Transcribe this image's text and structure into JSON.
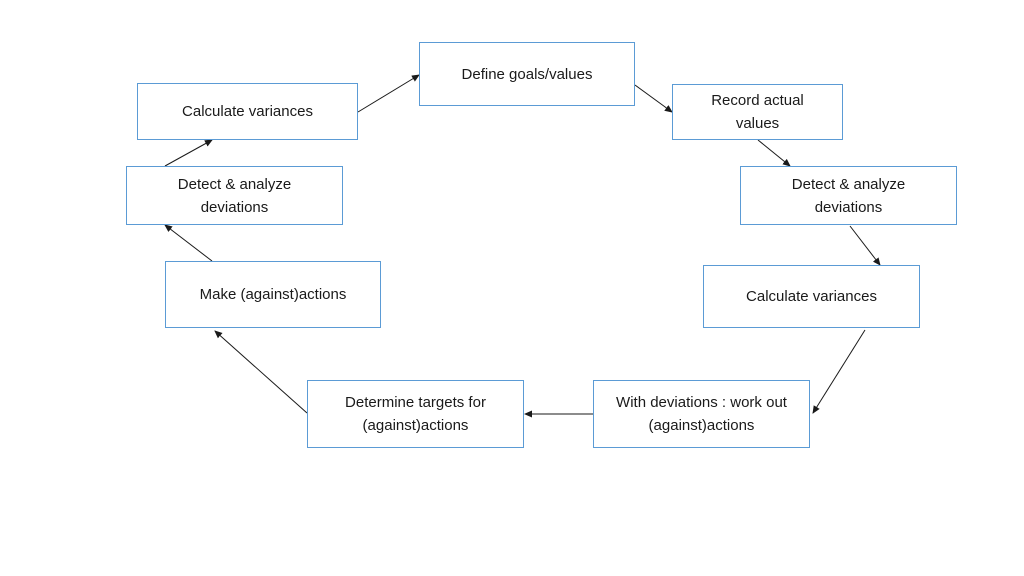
{
  "diagram": {
    "colors": {
      "box_border": "#5b9bd5",
      "arrow": "#1a1a1a",
      "text": "#1a1a1a"
    },
    "nodes": [
      {
        "id": "define-goals",
        "label": "Define goals/values"
      },
      {
        "id": "record-actual",
        "label": "Record actual values"
      },
      {
        "id": "detect-right",
        "label": "Detect & analyze deviations"
      },
      {
        "id": "calc-right",
        "label": "Calculate variances"
      },
      {
        "id": "work-out",
        "label": "With deviations : work out (against)actions"
      },
      {
        "id": "determine-targets",
        "label": "Determine targets for (against)actions"
      },
      {
        "id": "make-actions",
        "label": "Make (against)actions"
      },
      {
        "id": "detect-left",
        "label": "Detect & analyze deviations"
      },
      {
        "id": "calc-left",
        "label": "Calculate variances"
      }
    ],
    "edges": [
      {
        "from": "define-goals",
        "to": "record-actual"
      },
      {
        "from": "record-actual",
        "to": "detect-right"
      },
      {
        "from": "detect-right",
        "to": "calc-right"
      },
      {
        "from": "calc-right",
        "to": "work-out"
      },
      {
        "from": "work-out",
        "to": "determine-targets"
      },
      {
        "from": "determine-targets",
        "to": "make-actions"
      },
      {
        "from": "make-actions",
        "to": "detect-left"
      },
      {
        "from": "detect-left",
        "to": "calc-left"
      },
      {
        "from": "calc-left",
        "to": "define-goals"
      }
    ]
  }
}
